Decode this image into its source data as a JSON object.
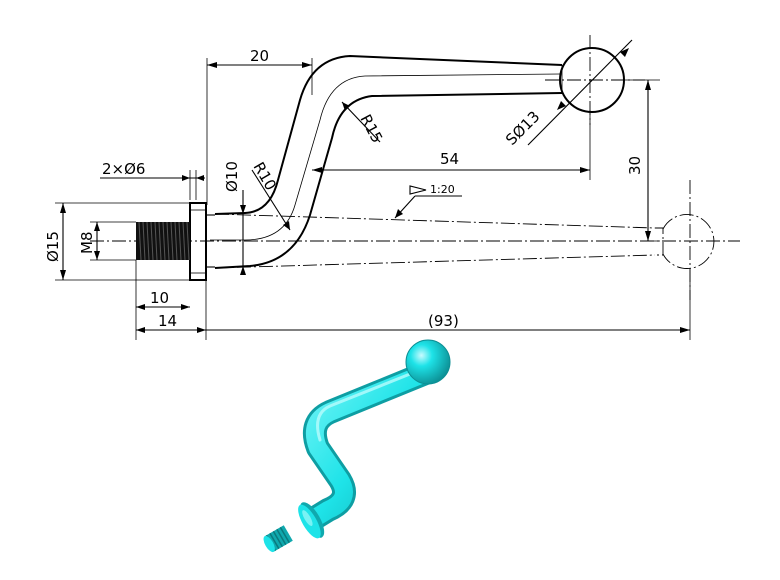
{
  "drawing": {
    "dimensions": {
      "top_width": "20",
      "thread_count_dia": "2×Ø6",
      "neck_dia": "Ø10",
      "bend_radius_small": "R10",
      "bend_radius_large": "R15",
      "ball_dia": "SØ13",
      "offset_length": "54",
      "height": "30",
      "flange_dia": "Ø15",
      "thread": "M8",
      "thread_length": "10",
      "shank_length": "14",
      "overall_length": "(93)",
      "taper": "1:20"
    }
  },
  "render": {
    "body_color": "#1ee3e8",
    "shade_color": "#10a9ae",
    "highlight_color": "#c9fbff"
  }
}
